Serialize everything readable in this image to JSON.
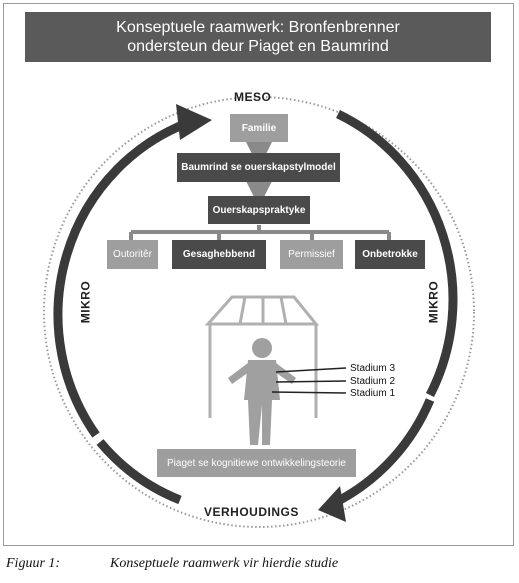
{
  "title": {
    "line1": "Konseptuele raamwerk: Bronfenbrenner",
    "line2": "ondersteun deur Piaget en Baumrind"
  },
  "rings": {
    "top": "MESO",
    "bottom": "VERHOUDINGS",
    "left": "MIKRO",
    "right": "MIKRO"
  },
  "boxes": {
    "familie": "Familie",
    "baumrind": "Baumrind se ouerskapstylmodel",
    "praktyke": "Ouerskapspraktyke",
    "styles": [
      "Outoritêr",
      "Gesaghebbend",
      "Permissief",
      "Onbetrokke"
    ],
    "piaget": "Piaget se kognitiewe ontwikkelingsteorie"
  },
  "stages": [
    "Stadium 3",
    "Stadium 2",
    "Stadium 1"
  ],
  "caption": {
    "label": "Figuur 1:",
    "text": "Konseptuele raamwerk vir hierdie studie"
  },
  "colors": {
    "dark_box": "#4a4a4a",
    "light_box": "#9e9e9e",
    "arrow": "#3a3a3a",
    "figure": "#a0a0a0"
  }
}
